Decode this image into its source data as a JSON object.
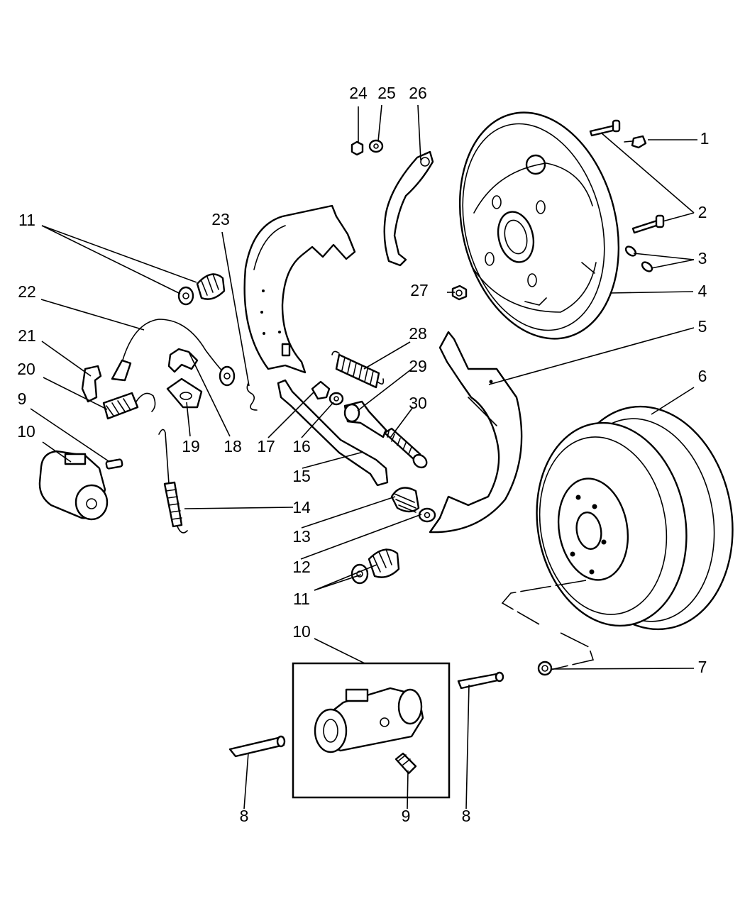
{
  "callouts": {
    "c1": "1",
    "c2": "2",
    "c3": "3",
    "c4": "4",
    "c5": "5",
    "c6": "6",
    "c7": "7",
    "c8a": "8",
    "c8b": "8",
    "c9a": "9",
    "c9b": "9",
    "c10a": "10",
    "c10b": "10",
    "c11a": "11",
    "c11b": "11",
    "c12": "12",
    "c13": "13",
    "c14": "14",
    "c15": "15",
    "c16": "16",
    "c17": "17",
    "c18": "18",
    "c19": "19",
    "c20": "20",
    "c21": "21",
    "c22": "22",
    "c23": "23",
    "c24": "24",
    "c25": "25",
    "c26": "26",
    "c27": "27",
    "c28": "28",
    "c29": "29",
    "c30": "30"
  }
}
